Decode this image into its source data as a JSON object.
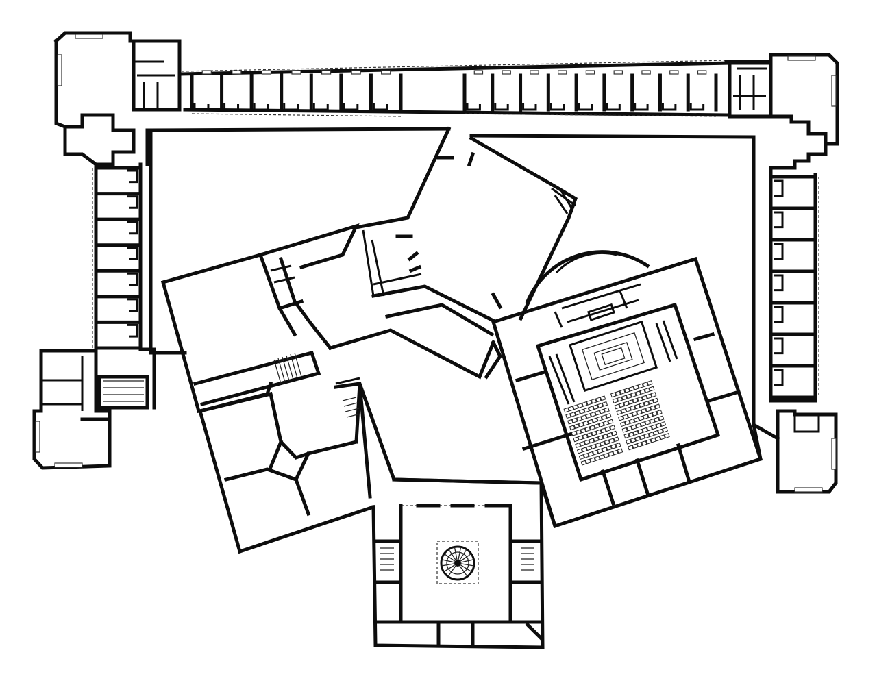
{
  "drawing": {
    "kind": "architectural floor plan",
    "style": "black and white line drawing",
    "ink_color": "#0d0d0d",
    "paper_color": "#ffffff",
    "labels": []
  },
  "features": {
    "north_wing_cells": 16,
    "west_wing_cells": 7,
    "east_wing_cells": 7,
    "auditorium_seat_blocks": 2,
    "stairs": [
      "spiral-stair",
      "west-stair",
      "court-stair-a",
      "court-stair-b",
      "tower-stair-a",
      "tower-stair-b"
    ]
  }
}
